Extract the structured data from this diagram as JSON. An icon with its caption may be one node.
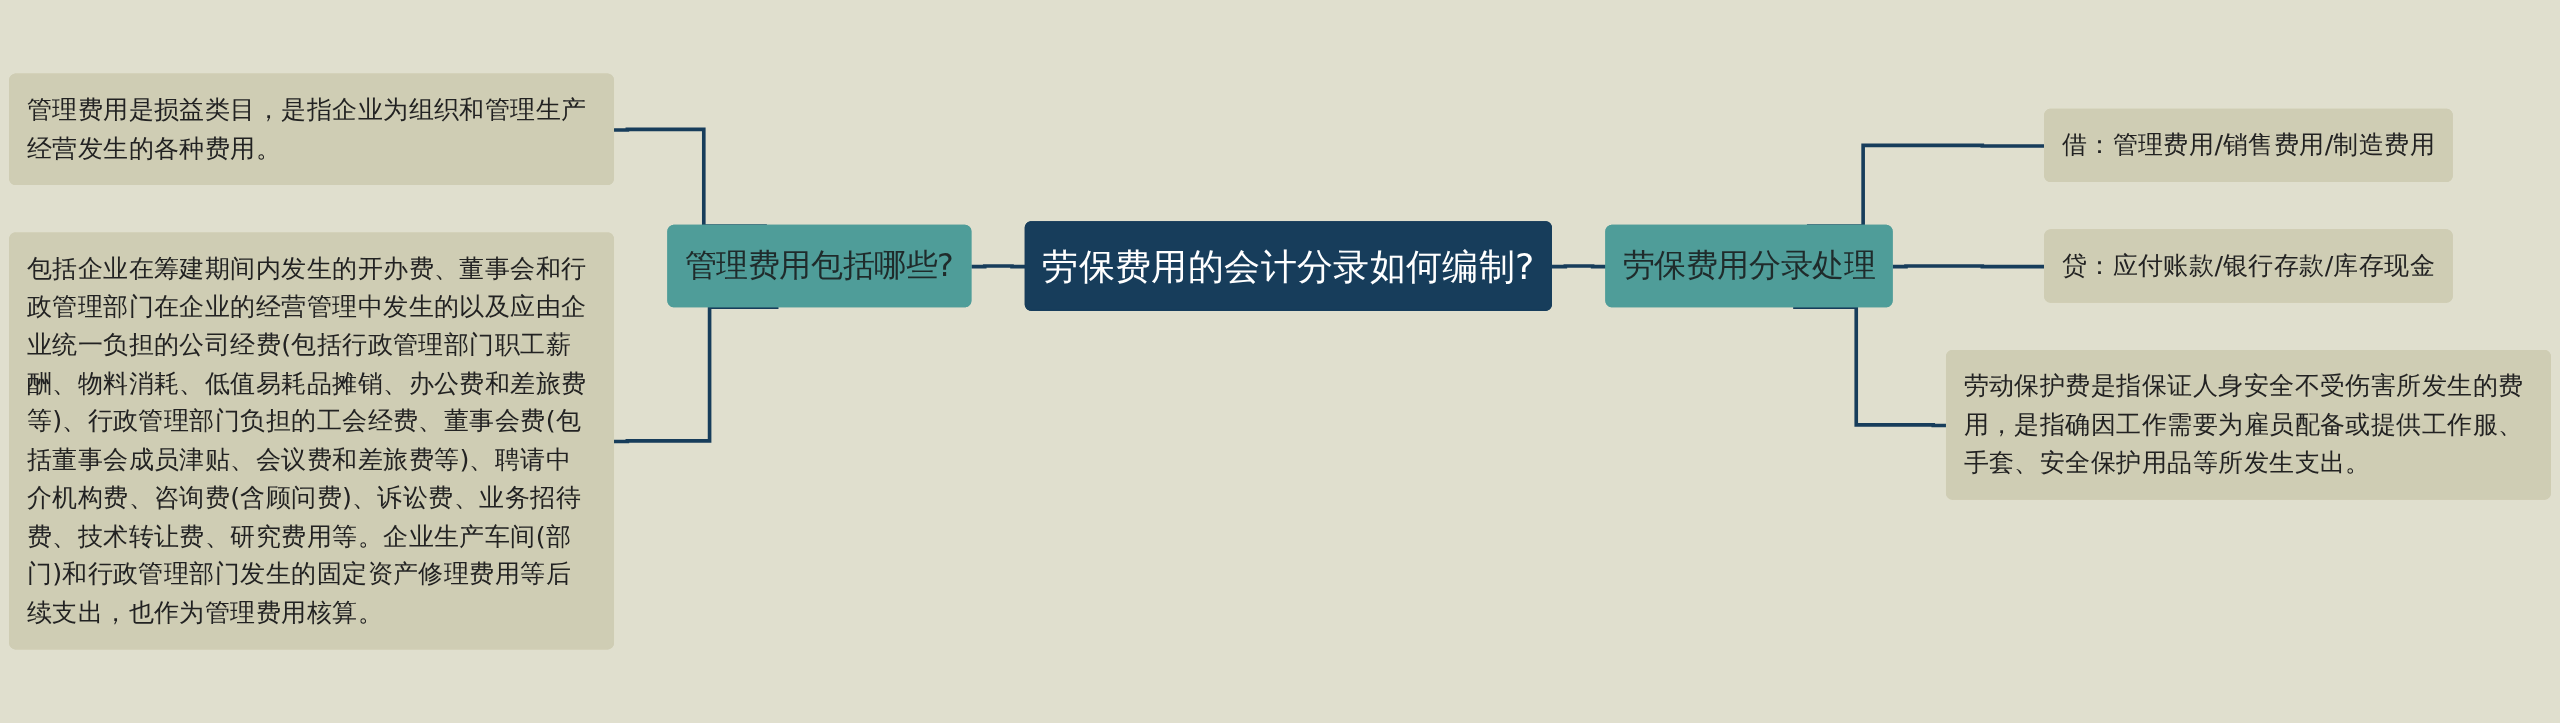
{
  "diagram": {
    "nodes": [
      {
        "text": [
          "劳保费用的会计分录如何编制?"
        ]
      },
      {
        "text": [
          "管理费用包括哪些?"
        ]
      },
      {
        "text": [
          "管理费用是损益类目，是指企业为组织和管理生产经营发生的各种费用。"
        ]
      },
      {
        "text": [
          "包括企业在筹建期间内发生的开办费、董事会和行政管理部门在企业的经营管理中发生的以及应由企业统一负担的公司经费(包括行政管理部门职工薪酬、物料消耗、低值易耗品摊销、办公费和差旅费等)、行政管理部门负担的工会经费、董事会费(包括董事会成员津贴、会议费和差旅费等)、聘请中介机构费、咨询费(含顾问费)、诉讼费、业务招待费、技术转让费、研究费用等。企业生产车间(部门)和行政管理部门发生的固定资产修理费用等后续支出，也作为管理费用核算。"
        ]
      },
      {
        "text": [
          "劳保费用分录处理"
        ]
      },
      {
        "text": [
          "借：管理费用/销售费用/制造费用"
        ]
      },
      {
        "text": [
          "贷：应付账款/银行存款/库存现金"
        ]
      },
      {
        "text": [
          "劳动保护费是指保证人身安全不受伤害所发生的费用，是指确因工作需要为雇员配备或提供工作服、手套、安全保护用品等所发生支出。"
        ]
      }
    ],
    "edges": [
      {
        "from": 0,
        "to": 1,
        "arrow": "none"
      },
      {
        "from": 1,
        "to": 2,
        "arrow": "none"
      },
      {
        "from": 1,
        "to": 3,
        "arrow": "none"
      },
      {
        "from": 0,
        "to": 4,
        "arrow": "none"
      },
      {
        "from": 4,
        "to": 5,
        "arrow": "none"
      },
      {
        "from": 4,
        "to": 6,
        "arrow": "none"
      },
      {
        "from": 4,
        "to": 7,
        "arrow": "none"
      }
    ]
  }
}
